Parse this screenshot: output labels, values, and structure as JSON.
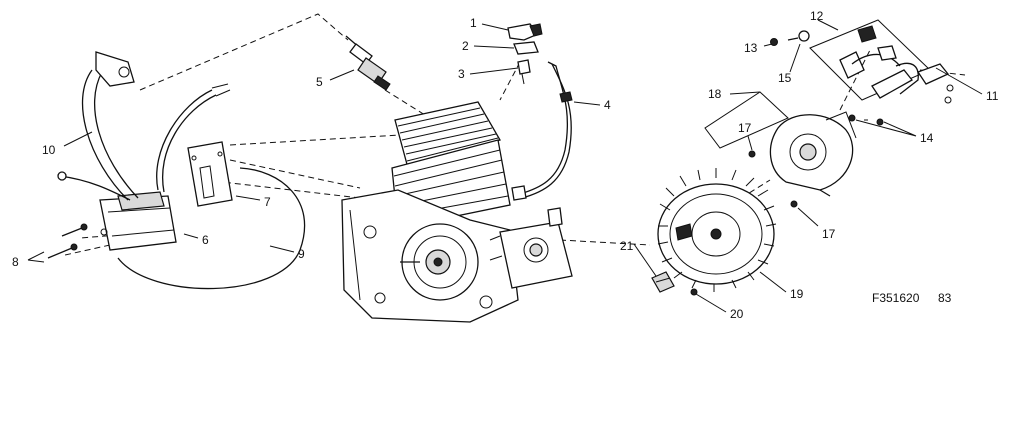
{
  "callouts": {
    "c1": "1",
    "c2": "2",
    "c3": "3",
    "c4": "4",
    "c5": "5",
    "c6": "6",
    "c7": "7",
    "c8": "8",
    "c9": "9",
    "c10": "10",
    "c11": "11",
    "c12": "12",
    "c13": "13",
    "c14": "14",
    "c15": "15",
    "c17a": "17",
    "c17b": "17",
    "c18": "18",
    "c19": "19",
    "c20": "20",
    "c21": "21"
  },
  "figure_code": "F351620",
  "figure_suffix": "83"
}
